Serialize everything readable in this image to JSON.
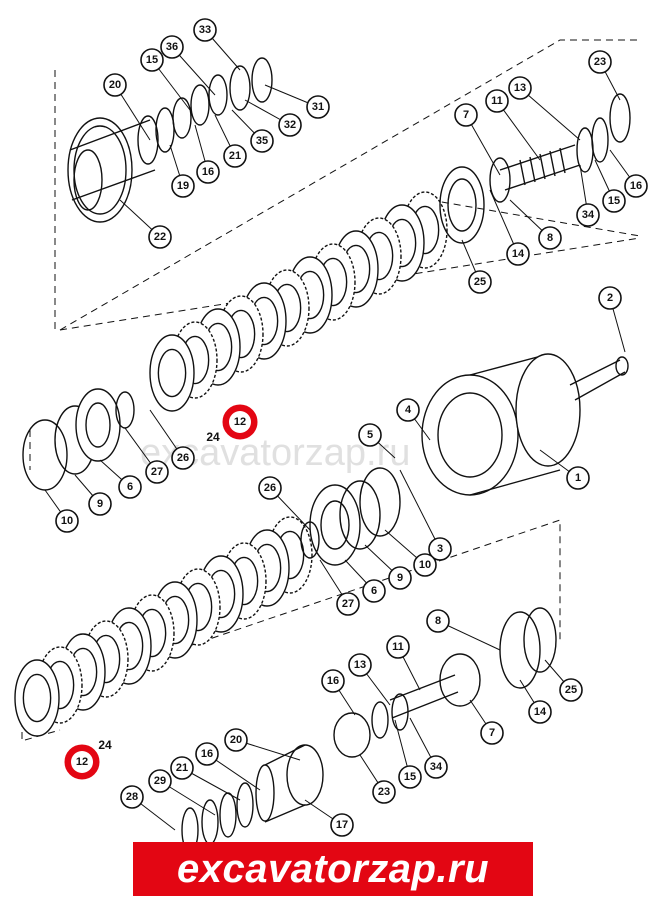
{
  "diagram": {
    "watermark": "excavatorzap.ru",
    "banner": "excavatorzap.ru",
    "callouts": [
      {
        "id": "c33",
        "label": "33"
      },
      {
        "id": "c15a",
        "label": "15"
      },
      {
        "id": "c36",
        "label": "36"
      },
      {
        "id": "c20a",
        "label": "20"
      },
      {
        "id": "c31",
        "label": "31"
      },
      {
        "id": "c32",
        "label": "32"
      },
      {
        "id": "c35",
        "label": "35"
      },
      {
        "id": "c21a",
        "label": "21"
      },
      {
        "id": "c16a",
        "label": "16"
      },
      {
        "id": "c19",
        "label": "19"
      },
      {
        "id": "c22",
        "label": "22"
      },
      {
        "id": "c23a",
        "label": "23"
      },
      {
        "id": "c13a",
        "label": "13"
      },
      {
        "id": "c11a",
        "label": "11"
      },
      {
        "id": "c7a",
        "label": "7"
      },
      {
        "id": "c16b",
        "label": "16"
      },
      {
        "id": "c15b",
        "label": "15"
      },
      {
        "id": "c34a",
        "label": "34"
      },
      {
        "id": "c8a",
        "label": "8"
      },
      {
        "id": "c14a",
        "label": "14"
      },
      {
        "id": "c25a",
        "label": "25"
      },
      {
        "id": "c2",
        "label": "2"
      },
      {
        "id": "c4",
        "label": "4"
      },
      {
        "id": "c5",
        "label": "5"
      },
      {
        "id": "c1",
        "label": "1"
      },
      {
        "id": "c3",
        "label": "3"
      },
      {
        "id": "c10a",
        "label": "10"
      },
      {
        "id": "c9a",
        "label": "9"
      },
      {
        "id": "c6a",
        "label": "6"
      },
      {
        "id": "c27a",
        "label": "27"
      },
      {
        "id": "c26a",
        "label": "26"
      },
      {
        "id": "c26b",
        "label": "26"
      },
      {
        "id": "c6b",
        "label": "6"
      },
      {
        "id": "c9b",
        "label": "9"
      },
      {
        "id": "c10b",
        "label": "10"
      },
      {
        "id": "c27b",
        "label": "27"
      },
      {
        "id": "c8b",
        "label": "8"
      },
      {
        "id": "c11b",
        "label": "11"
      },
      {
        "id": "c13b",
        "label": "13"
      },
      {
        "id": "c16c",
        "label": "16"
      },
      {
        "id": "c25b",
        "label": "25"
      },
      {
        "id": "c14b",
        "label": "14"
      },
      {
        "id": "c7b",
        "label": "7"
      },
      {
        "id": "c34b",
        "label": "34"
      },
      {
        "id": "c15c",
        "label": "15"
      },
      {
        "id": "c23b",
        "label": "23"
      },
      {
        "id": "c20b",
        "label": "20"
      },
      {
        "id": "c16d",
        "label": "16"
      },
      {
        "id": "c21b",
        "label": "21"
      },
      {
        "id": "c29",
        "label": "29"
      },
      {
        "id": "c28",
        "label": "28"
      },
      {
        "id": "c17",
        "label": "17"
      }
    ],
    "highlighted": [
      {
        "id": "h12a",
        "label": "12"
      },
      {
        "id": "h12b",
        "label": "12"
      }
    ],
    "plain_labels": [
      {
        "id": "l24a",
        "label": "24"
      },
      {
        "id": "l24b",
        "label": "24"
      }
    ],
    "colors": {
      "highlight": "#e30613",
      "line": "#111111",
      "watermark": "#c8c8c8"
    }
  }
}
